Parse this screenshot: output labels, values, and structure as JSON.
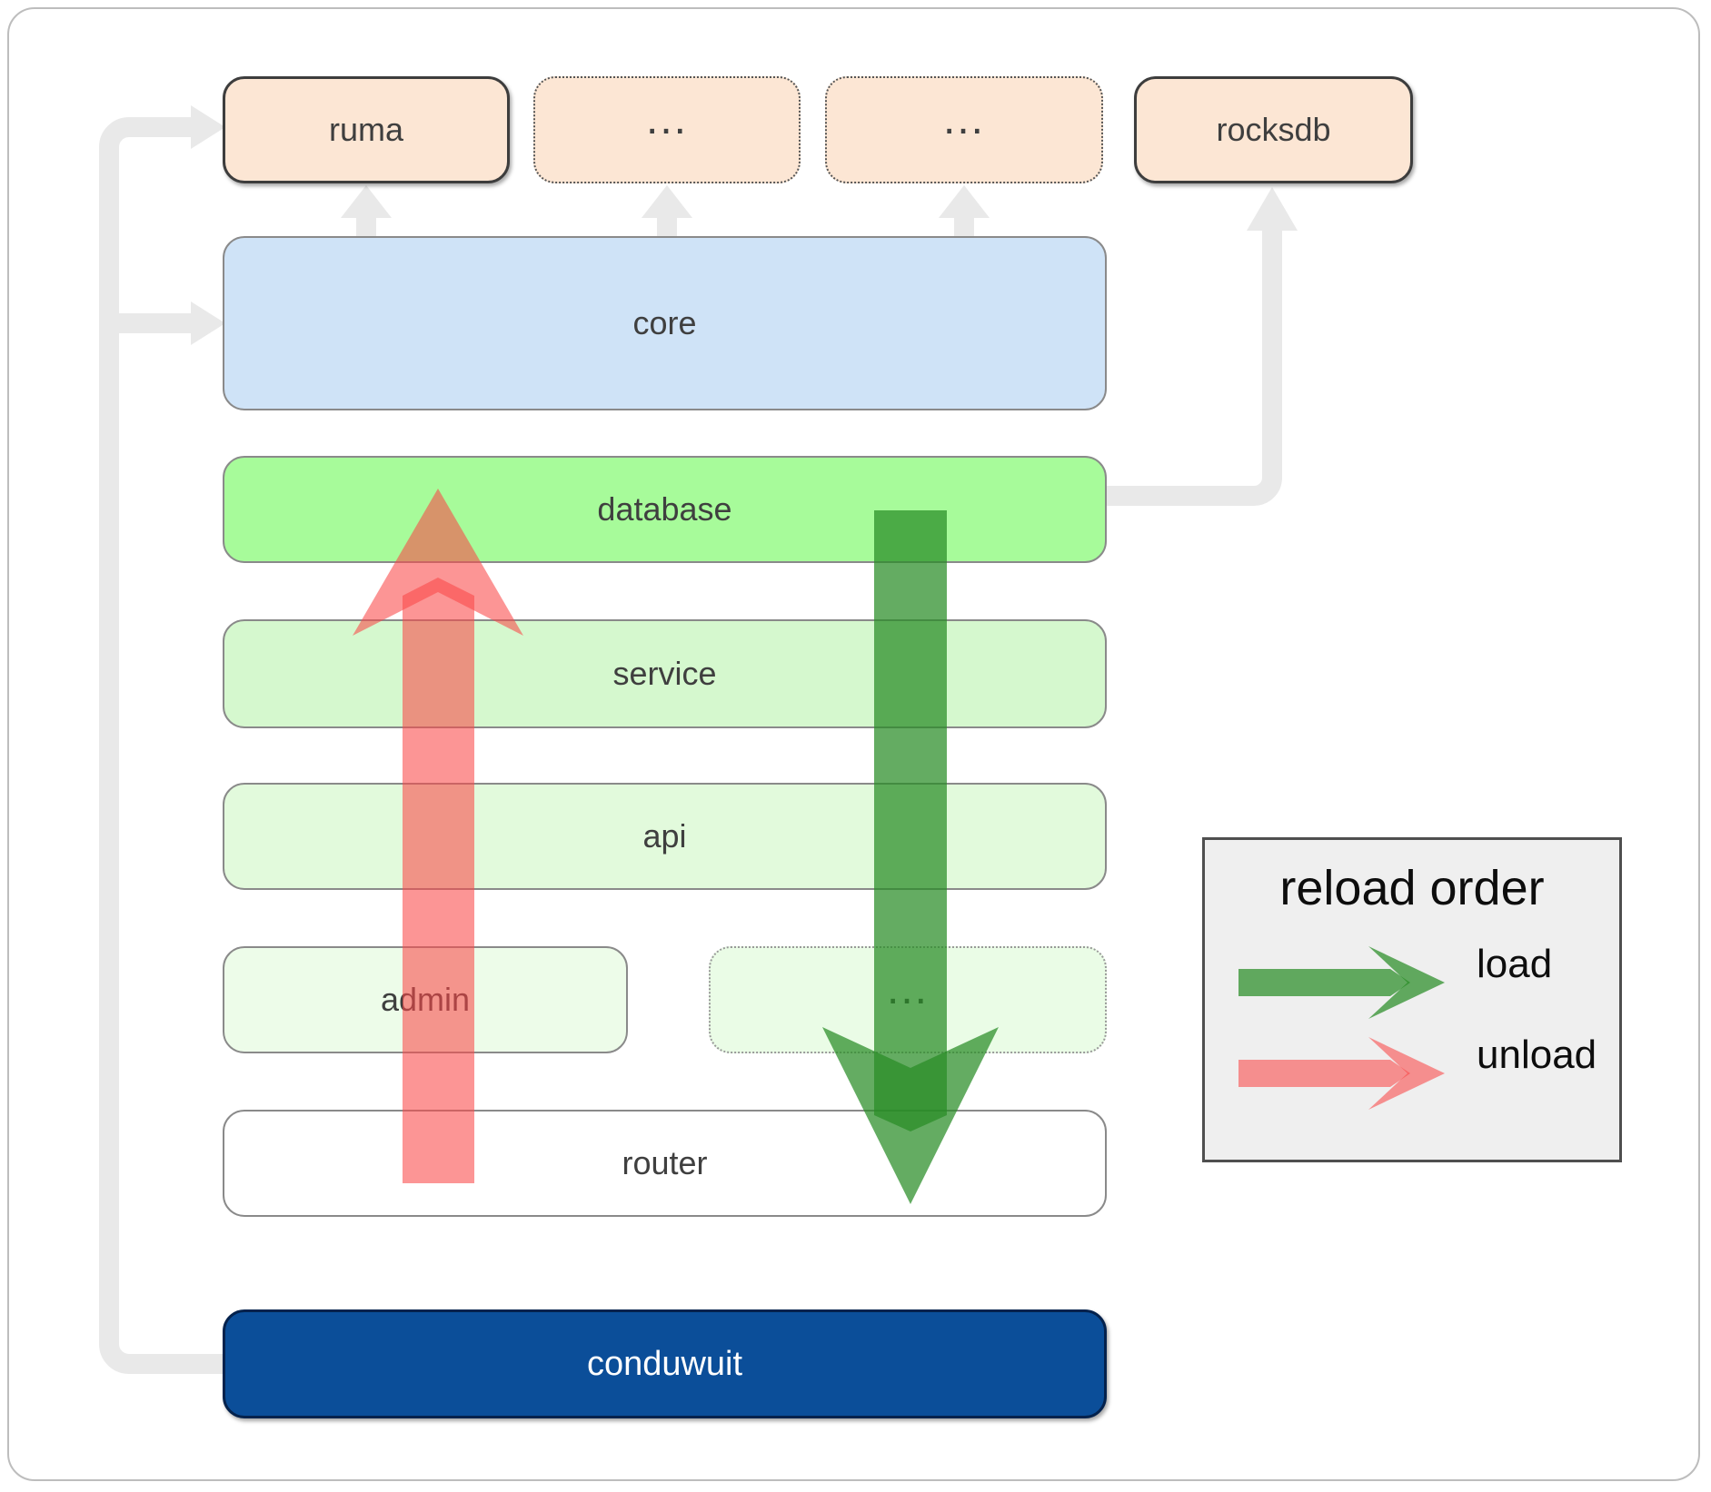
{
  "boxes": {
    "ruma": "ruma",
    "top_dots_1": "...",
    "top_dots_2": "...",
    "rocksdb": "rocksdb",
    "core": "core",
    "database": "database",
    "service": "service",
    "api": "api",
    "admin": "admin",
    "admin_dots": "...",
    "router": "router",
    "conduwuit": "conduwuit"
  },
  "legend": {
    "title": "reload order",
    "load_label": "load",
    "unload_label": "unload"
  },
  "colors": {
    "module_fill_peach": "#fce6d4",
    "core_fill_blue": "#cfe3f7",
    "database_fill_green": "#a7fb9a",
    "service_fill_green": "#d5f8ce",
    "api_fill_green": "#e2fadc",
    "admin_fill_green": "#edfce9",
    "router_fill": "#ffffff",
    "conduwuit_fill_navy": "#0b4e99",
    "load_arrow_green": "#288c26",
    "unload_arrow_red": "#f94848",
    "connector_gray": "#e9e9e9",
    "legend_bg": "#efefef",
    "box_border_gray": "#8a8a8a",
    "dark_border": "#3d3d3d"
  }
}
